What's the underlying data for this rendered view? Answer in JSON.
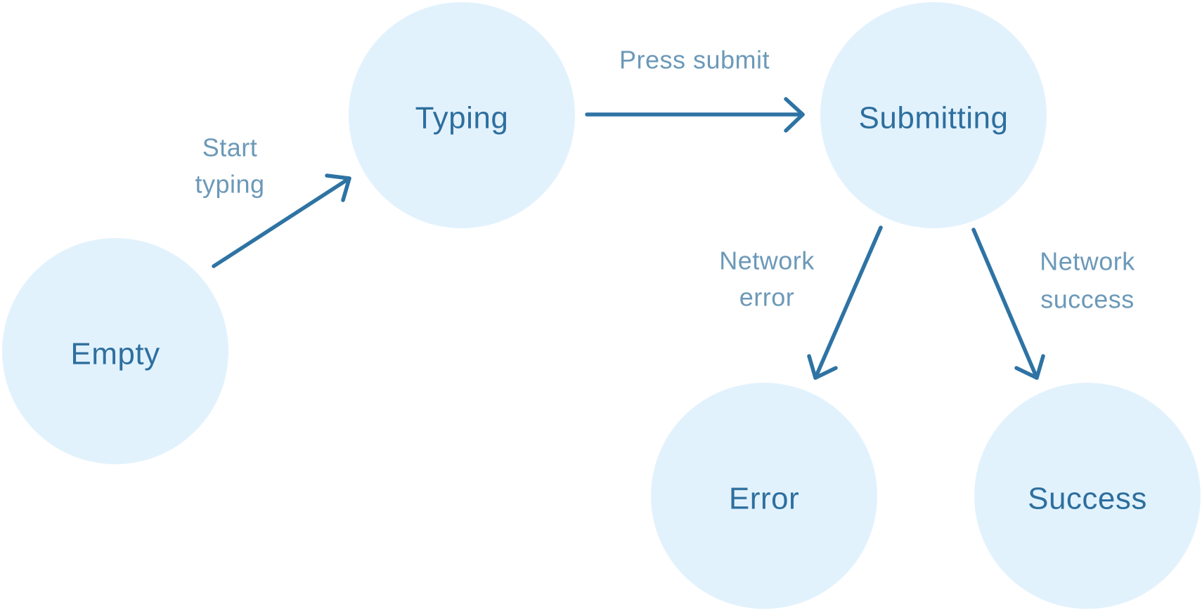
{
  "diagram": {
    "kind": "state-machine-diagram",
    "background": "#ffffff",
    "colors": {
      "node_fill": "#e2f2fd",
      "node_text": "#2e6f9e",
      "arrow": "#2e73a3",
      "edge_label": "#6c99b8"
    },
    "nodes": [
      {
        "id": "empty",
        "label": "Empty"
      },
      {
        "id": "typing",
        "label": "Typing"
      },
      {
        "id": "submitting",
        "label": "Submitting"
      },
      {
        "id": "error",
        "label": "Error"
      },
      {
        "id": "success",
        "label": "Success"
      }
    ],
    "edges": [
      {
        "from": "empty",
        "to": "typing",
        "label": "Start typing",
        "label_lines": [
          "Start",
          "typing"
        ]
      },
      {
        "from": "typing",
        "to": "submitting",
        "label": "Press submit",
        "label_lines": [
          "Press submit"
        ]
      },
      {
        "from": "submitting",
        "to": "error",
        "label": "Network error",
        "label_lines": [
          "Network",
          "error"
        ]
      },
      {
        "from": "submitting",
        "to": "success",
        "label": "Network success",
        "label_lines": [
          "Network",
          "success"
        ]
      }
    ]
  }
}
